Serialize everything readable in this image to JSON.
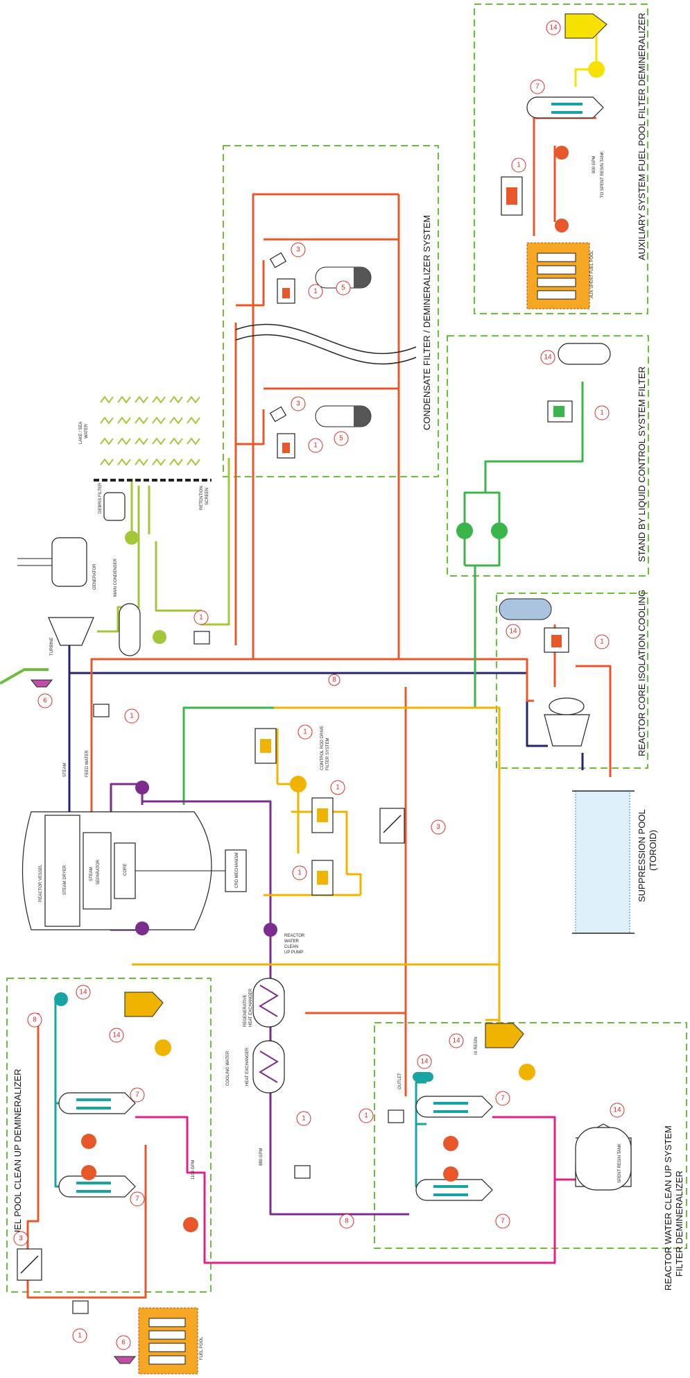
{
  "sections": {
    "condensate": "CONDENSATE FILTER / DEMINERALIZER SYSTEM",
    "auxiliary": "AUXILIARY SYSTEM FUEL POOL FILTER DEMINERALIZER",
    "slc": "STAND BY LIQUID CONTROL SYSTEM FILTER",
    "rcic": "REACTOR CORE ISOLATION COOLING",
    "fuelpool": "FUEL POOL CLEAN UP DEMINERALIZER",
    "rwcu1": "REACTOR WATER CLEAN UP SYSTEM",
    "rwcu2": "FILTER DEMINERALIZER"
  },
  "labels": {
    "suppression1": "SUPPRESSION POOL",
    "suppression2": "(TOROID)",
    "reactor_vessel": "REACTOR VESSEL",
    "steam_dryer": "STEAM DRYER",
    "steam_sep1": "STEAM",
    "steam_sep2": "SEPARATOR",
    "core": "CORE",
    "crd_mech": "CRD MECHANISM",
    "steam": "STEAM",
    "feed_water": "FEED WATER",
    "turbine": "TURBINE",
    "generator": "GENERATOR",
    "main_condenser": "MAIN CONDENSER",
    "debris_filter": "DEBRIS FILTER",
    "lake_sea1": "LAKE / SEA",
    "lake_sea2": "WATER",
    "retention1": "RETENTION",
    "retention2": "SCREEN",
    "crd_filter1": "CONTROL ROD DRIVE",
    "crd_filter2": "FILTER SYSTEM",
    "rwcu_pump1": "REACTOR",
    "rwcu_pump2": "WATER",
    "rwcu_pump3": "CLEAN",
    "rwcu_pump4": "UP PUMP",
    "regen1": "REGENERATIVE",
    "regen2": "HEAT EXCHANGER",
    "nonregen": "HEAT EXCHANGER",
    "cooling_water": "COOLING WATER",
    "gpm_880": "880 GPM",
    "gpm_1100": "1100 GPM",
    "gpm_900": "900 GPM",
    "outlet": "OUTLET",
    "ix_resin": "IX RESIN",
    "spent_resin_tank": "SPENT RESIN TANK",
    "to_spent_resin": "TO SPENT RESIN TANK",
    "aux_spent_fuel": "AUX SPENT FUEL POOL",
    "fuel_pool": "FUEL POOL"
  },
  "callouts": [
    "1",
    "3",
    "5",
    "6",
    "7",
    "8",
    "14"
  ]
}
